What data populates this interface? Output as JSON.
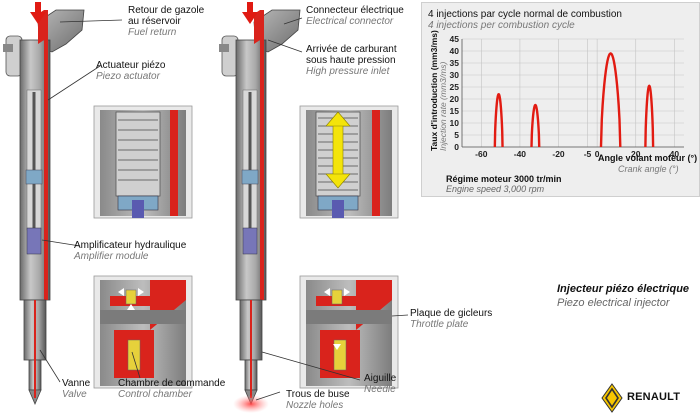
{
  "colors": {
    "fuel_red": "#d9231c",
    "steel": "#9a9a9a",
    "steel_dark": "#5f5f5f",
    "chart_line": "#e21b12",
    "arrow_yellow": "#f3e40a",
    "renault_yellow": "#f7c600"
  },
  "labels": {
    "fuel_return": {
      "fr": "Retour de gazole\nau réservoir",
      "en": "Fuel return"
    },
    "piezo_actuator": {
      "fr": "Actuateur piézo",
      "en": "Piezo actuator"
    },
    "amplifier": {
      "fr": "Amplificateur hydraulique",
      "en": "Amplifier module"
    },
    "valve": {
      "fr": "Vanne",
      "en": "Valve"
    },
    "control_chamber": {
      "fr": "Chambre de commande",
      "en": "Control chamber"
    },
    "electrical_connector": {
      "fr": "Connecteur électrique",
      "en": "Electrical connector"
    },
    "high_pressure_inlet": {
      "fr": "Arrivée de carburant\nsous haute pression",
      "en": "High pressure inlet"
    },
    "throttle_plate": {
      "fr": "Plaque de gicleurs",
      "en": "Throttle plate"
    },
    "needle": {
      "fr": "Aiguille",
      "en": "Needle"
    },
    "nozzle_holes": {
      "fr": "Trous de buse",
      "en": "Nozzle holes"
    }
  },
  "chart_data": {
    "type": "line",
    "title": "4 injections par cycle normal de combustion",
    "subtitle": "4 injections per combustion cycle",
    "ylabel": "Taux d'introduction (mm3/ms)",
    "ylabel_en": "Injection rate (mm3/ms)",
    "xlabel": "Angle volant moteur (°)",
    "xlabel_en": "Crank angle (°)",
    "xlim": [
      -70,
      45
    ],
    "ylim": [
      0,
      45
    ],
    "xticks": [
      "-60",
      "-40",
      "-20",
      "-5",
      "0",
      "20",
      "40"
    ],
    "yticks": [
      "0",
      "5",
      "10",
      "15",
      "20",
      "25",
      "30",
      "35",
      "40",
      "45"
    ],
    "grid": true,
    "injections": [
      {
        "start": -53,
        "end": -49,
        "peak": 22
      },
      {
        "start": -34,
        "end": -30,
        "peak": 17.5
      },
      {
        "start": 2,
        "end": 12,
        "peak": 39
      },
      {
        "start": 25,
        "end": 29,
        "peak": 25.5
      }
    ],
    "engine_speed": "Régime moteur 3000 tr/min",
    "engine_speed_en": "Engine speed 3,000 rpm"
  },
  "product": {
    "fr": "Injecteur piézo électrique",
    "en": "Piezo electrical injector"
  },
  "brand": "RENAULT"
}
